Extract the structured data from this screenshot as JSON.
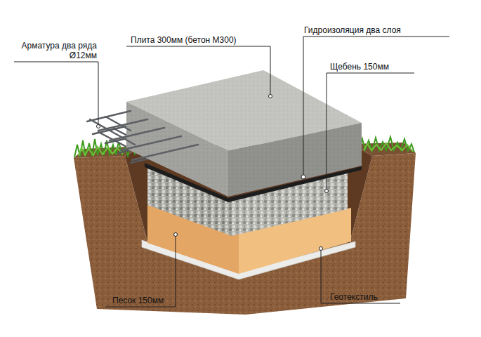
{
  "diagram": {
    "labels": [
      "Плита 300мм (бетон М300)",
      "Гидроизоляция два слоя",
      "Арматура два ряда Ø12мм",
      "Щебень 150мм",
      "Песок 150мм",
      "Геотекстиль"
    ]
  }
}
